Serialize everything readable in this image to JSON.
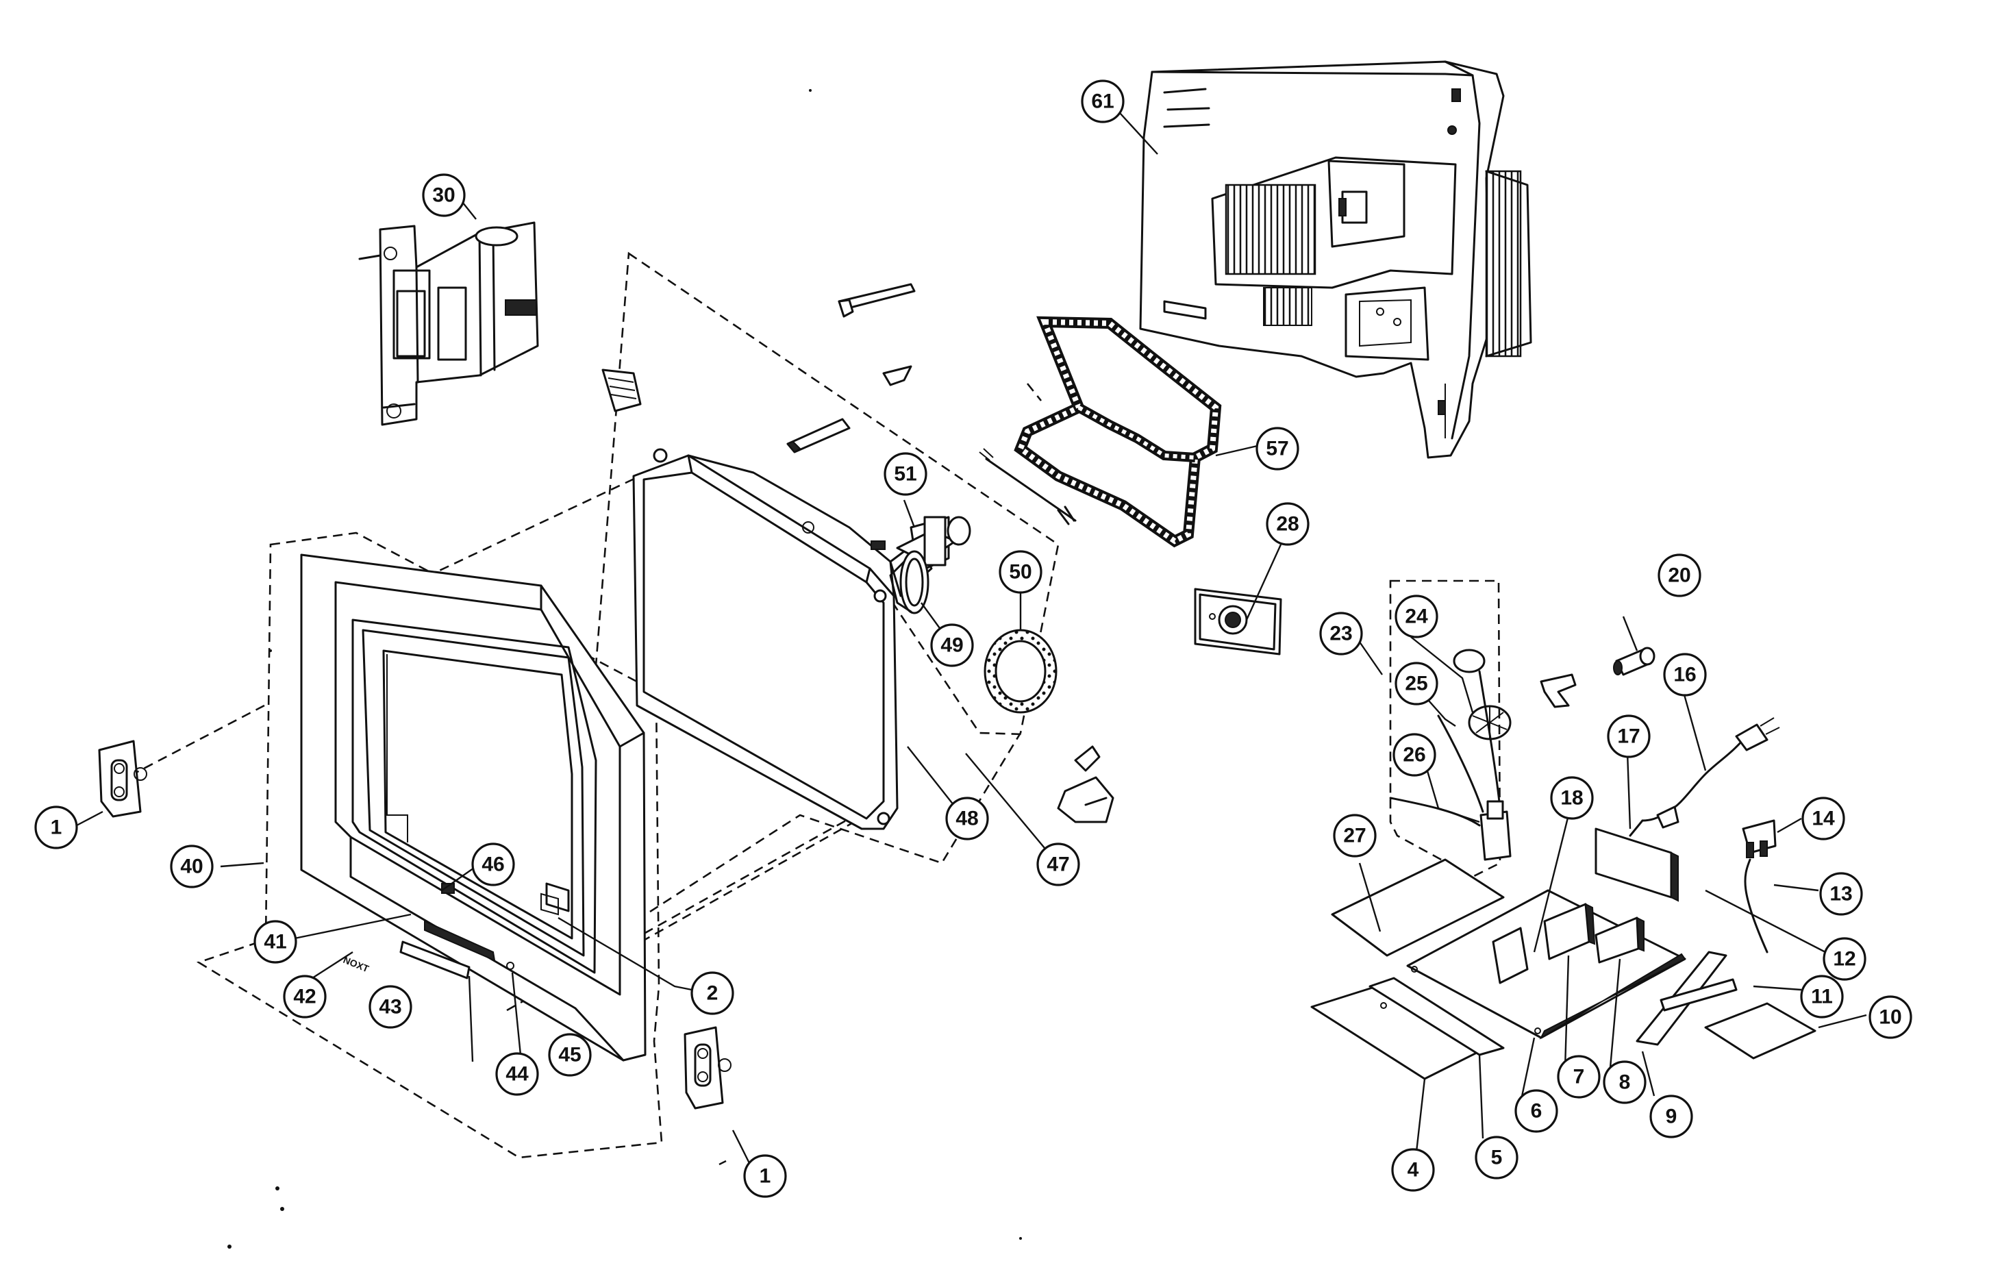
{
  "diagram": {
    "callouts": [
      "1",
      "1",
      "2",
      "4",
      "5",
      "6",
      "7",
      "8",
      "9",
      "10",
      "11",
      "12",
      "13",
      "14",
      "16",
      "17",
      "18",
      "20",
      "23",
      "24",
      "25",
      "26",
      "27",
      "28",
      "30",
      "40",
      "41",
      "42",
      "43",
      "44",
      "45",
      "46",
      "47",
      "48",
      "49",
      "50",
      "51",
      "57",
      "61"
    ]
  }
}
